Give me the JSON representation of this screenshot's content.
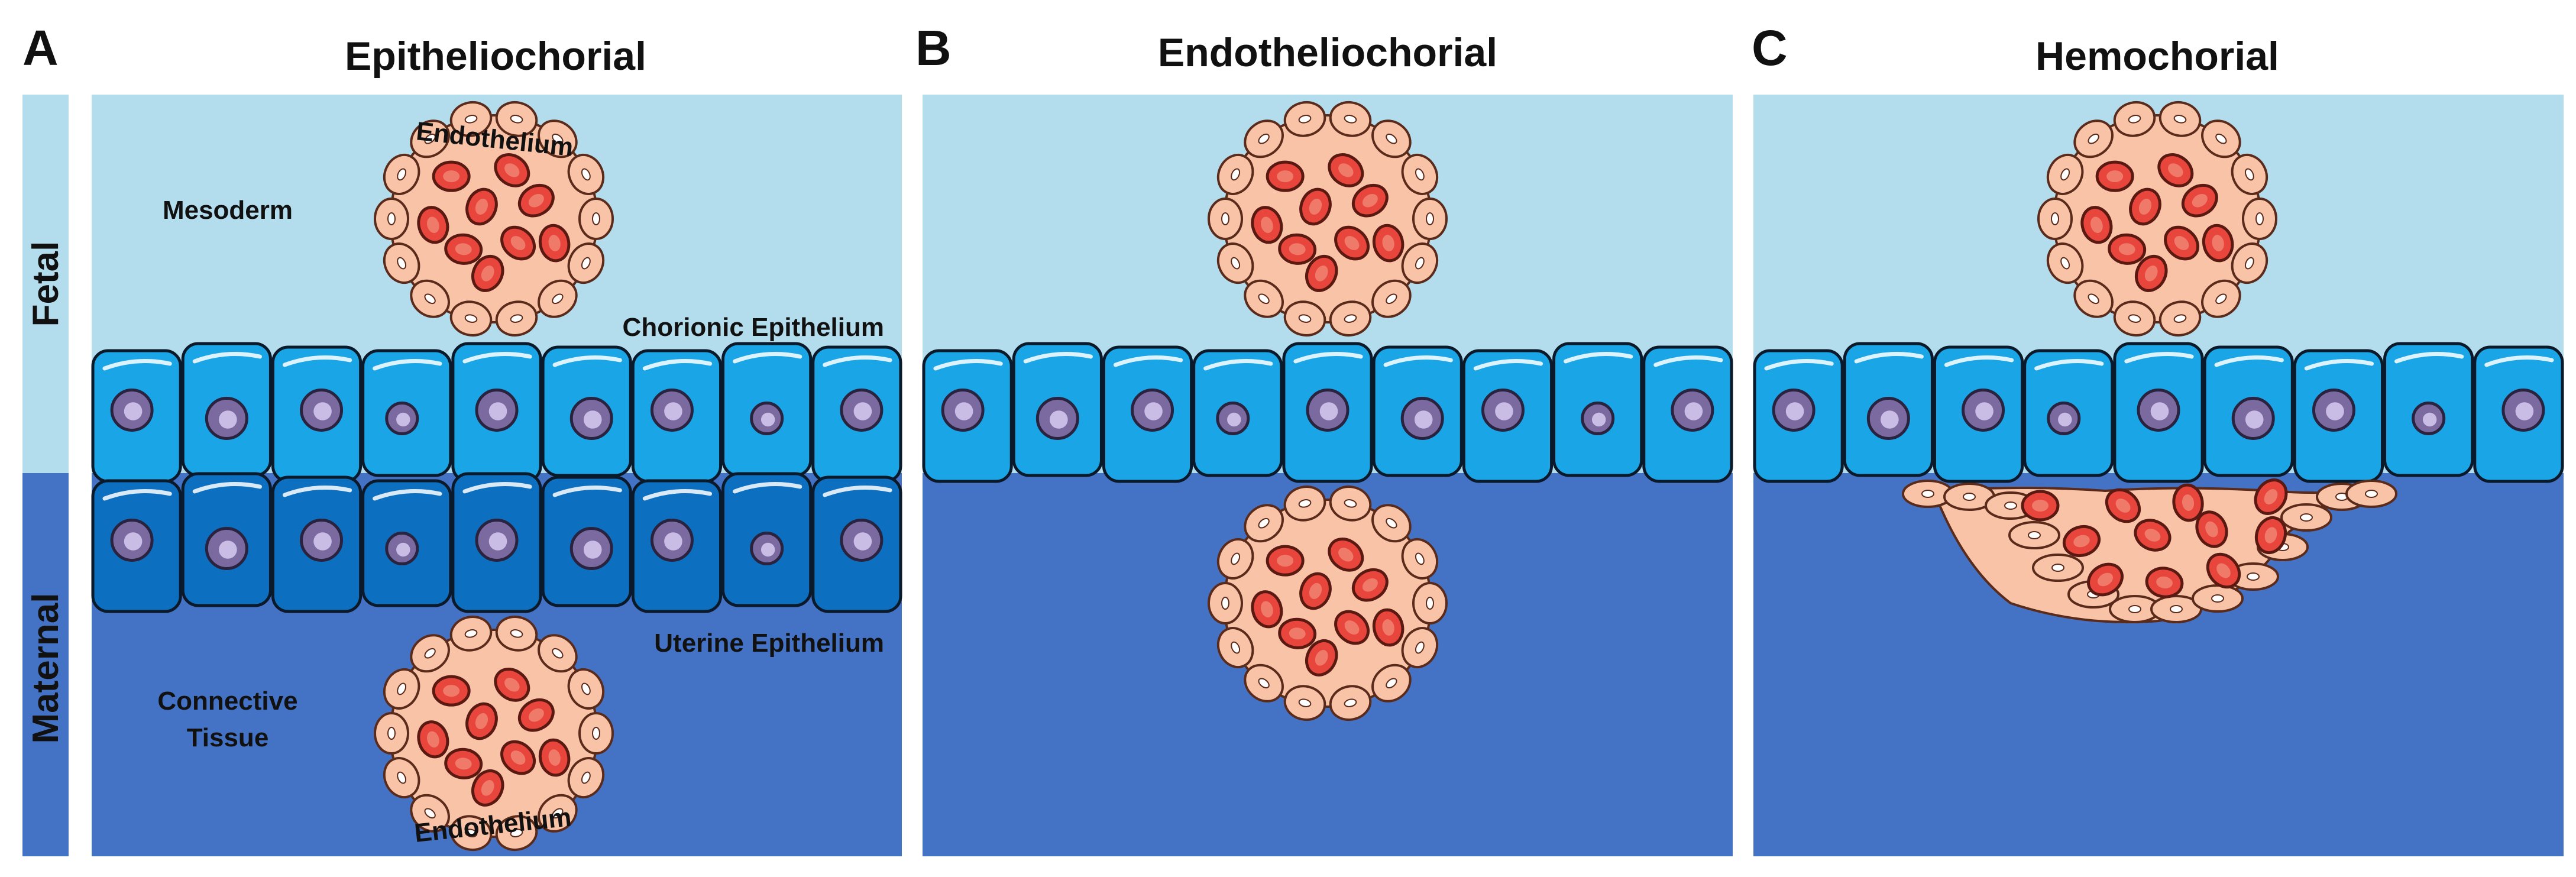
{
  "panels": [
    {
      "letter": "A",
      "title": "Epitheliochorial"
    },
    {
      "letter": "B",
      "title": "Endotheliochorial"
    },
    {
      "letter": "C",
      "title": "Hemochorial"
    }
  ],
  "side_labels": {
    "fetal": "Fetal",
    "maternal": "Maternal"
  },
  "labels": {
    "mesoderm": "Mesoderm",
    "endothelium": "Endothelium",
    "chorionic_epithelium": "Chorionic Epithelium",
    "uterine_epithelium": "Uterine Epithelium",
    "connective_tissue_line1": "Connective",
    "connective_tissue_line2": "Tissue"
  },
  "colors": {
    "fetal_bg": "#b3dced",
    "maternal_bg": "#4472c4",
    "chorionic_cell": "#1aa6e6",
    "uterine_cell": "#0d6fbf",
    "vessel_cell": "#f9c3a8",
    "red_blood_cell": "#e8453c",
    "nucleus": "#7a6aa0",
    "side_bar": "#4472c4"
  }
}
